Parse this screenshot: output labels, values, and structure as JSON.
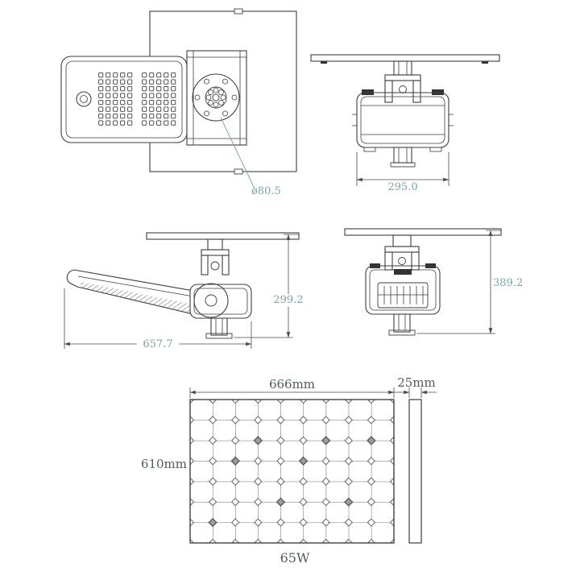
{
  "colors": {
    "background": "#ffffff",
    "line": "#3d3d3d",
    "dim_line": "#4a4a4a",
    "dim_text_teal": "#7ba3a3",
    "label_text": "#4f5c58"
  },
  "views": {
    "top_view": {
      "dim_flange_diameter": "ø80.5"
    },
    "front_view": {
      "dim_width": "295.0"
    },
    "side_view": {
      "dim_length": "657.7",
      "dim_height": "299.2"
    },
    "rear_view": {
      "dim_height": "389.2"
    },
    "solar_panel": {
      "dim_width": "666mm",
      "dim_height": "610mm",
      "dim_thickness": "25mm",
      "power": "65W",
      "grid_cols": 9,
      "grid_rows": 7
    }
  }
}
